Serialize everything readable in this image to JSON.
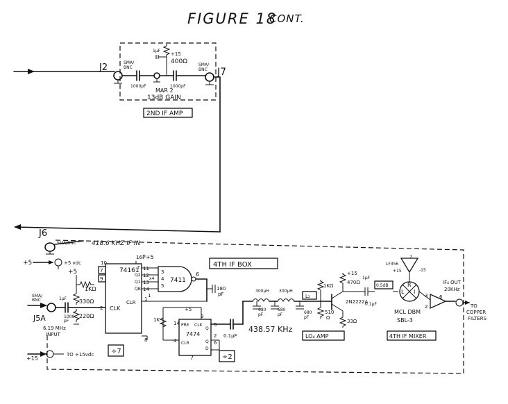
{
  "figure": {
    "title": "FIGURE 18",
    "cont": "CONT."
  },
  "if_amp_2": {
    "j2": "J2",
    "j7": "J7",
    "conn_left": [
      "SMA/",
      "BNC"
    ],
    "conn_right": [
      "SMA/",
      "BNC"
    ],
    "cap_left": "1000pF",
    "cap_right": "1000pF",
    "bypass": "1μF",
    "supply": "+15",
    "resistor": "400Ω",
    "mar2": "MAR 2",
    "gain": "13dB GAIN",
    "title": "2ND IF AMP"
  },
  "if_box_4": {
    "j6": "J6",
    "j6_conn": "SMA/BNC",
    "freq_in": "418.6 KHZ IF IN",
    "title": "4TH IF BOX",
    "j5": "J5A",
    "j5_conn": [
      "SMA/",
      "BNC"
    ],
    "input_freq": "6.19 MHz",
    "input_label": "INPUT",
    "plus5_in": "+5",
    "plus5_vdc": "+5 vdc",
    "plus5_b": "+5",
    "r1k": "1KΩ",
    "r330": "330Ω",
    "r220": "220Ω",
    "c1uf": "1μF",
    "c1000": [
      "1000",
      "pF"
    ],
    "clk": "CLK",
    "counter": "74161",
    "counter_vcc": "16",
    "counter_vcc_val": "P+5",
    "counter_pins": [
      "10",
      "7",
      "9",
      "11",
      "12",
      "13",
      "14",
      "1",
      "8",
      "2"
    ],
    "counter_pin_labels": [
      "T",
      "Q2",
      "Q1",
      "QB",
      "QA",
      "CLR"
    ],
    "nand": "7411",
    "nand_pins": [
      "3",
      "4",
      "5",
      "6"
    ],
    "nand_x4": "x4",
    "cap180": [
      "180",
      "pF"
    ],
    "div7": "÷7",
    "ff": "7474",
    "ff_pins": [
      "14",
      "4",
      "2",
      "3",
      "5",
      "6",
      "7",
      "1"
    ],
    "ff_labels": [
      "PRE",
      "CLK",
      "Q",
      "CLR",
      "Q",
      "D"
    ],
    "ff_plus5": "+5",
    "r1k_ff": "1K",
    "div2": "÷2",
    "cap01": "0.1μF",
    "freq_mid": "438.57 KHz",
    "l300a": "300μH",
    "l300b": "300μH",
    "c680a": [
      "680",
      "pF"
    ],
    "c680b": [
      "680",
      "pF"
    ],
    "c680c": [
      "680",
      "pF"
    ],
    "lo_sig": "L₂",
    "tr_r1k": "1KΩ",
    "tr_r470": "470Ω",
    "tr_r510": [
      "510",
      "Ω"
    ],
    "tr_r33": "33Ω",
    "tr_plus15": "+15",
    "tr_1uf": "1μF",
    "transistor": "2N2222A",
    "c01_out": "0.1μF",
    "lo_amp": "LO₄ AMP",
    "pad": "0.5dB",
    "lf356": "LF356",
    "lf_plus15": "+15",
    "lf_minus15": "-15",
    "lf_pins": [
      "3",
      "2",
      "6",
      "7"
    ],
    "mixer_ports": [
      "R",
      "L",
      "I"
    ],
    "mixer_name": "MCL DBM",
    "mixer_model": "SBL-3",
    "mixer_title": "4TH IF MIXER",
    "if_out": [
      "IF₄ OUT",
      "20KHz"
    ],
    "to": "TO",
    "copper": [
      "COPPER",
      "FILTERS"
    ],
    "plus15_bot": "+15",
    "to15": "TO +15vdc"
  }
}
